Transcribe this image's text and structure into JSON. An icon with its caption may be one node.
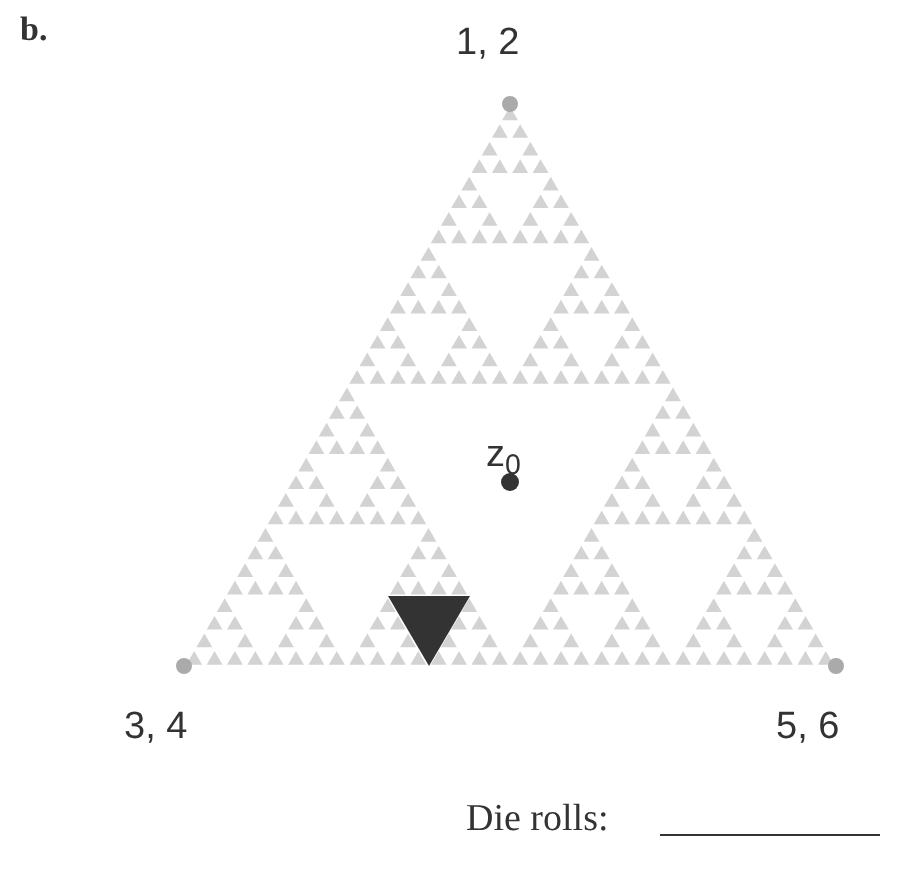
{
  "diagram": {
    "labels": [
      "b.",
      "1, 2",
      "z$_{0}$",
      "3, 4",
      "5, 6",
      "Die rolls:"
    ]
  }
}
